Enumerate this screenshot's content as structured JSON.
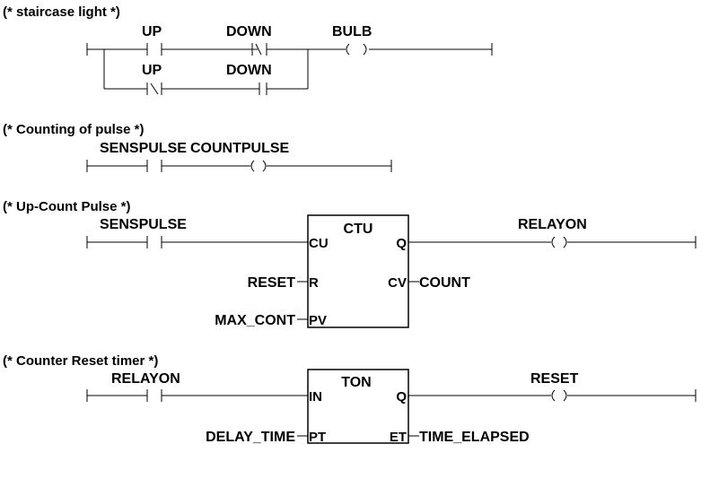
{
  "rungs": [
    {
      "comment": "(* staircase light *)",
      "contacts": [
        {
          "name": "UP",
          "type": "NO"
        },
        {
          "name": "DOWN",
          "type": "NC"
        },
        {
          "name": "UP",
          "type": "NC"
        },
        {
          "name": "DOWN",
          "type": "NO"
        }
      ],
      "coil": {
        "name": "BULB"
      }
    },
    {
      "comment": "(* Counting of pulse *)",
      "contacts": [
        {
          "name": "SENSPULSE",
          "type": "NO"
        }
      ],
      "coil": {
        "name": "COUNTPULSE"
      }
    },
    {
      "comment": "(* Up-Count Pulse *)",
      "contacts": [
        {
          "name": "SENSPULSE",
          "type": "NO"
        }
      ],
      "block": {
        "type": "CTU",
        "inputs": [
          "CU",
          "R",
          "PV"
        ],
        "outputs": [
          "Q",
          "CV"
        ],
        "input_vars": {
          "R": "RESET",
          "PV": "MAX_CONT"
        },
        "output_vars": {
          "CV": "COUNT"
        }
      },
      "coil": {
        "name": "RELAYON"
      }
    },
    {
      "comment": "(* Counter Reset timer *)",
      "contacts": [
        {
          "name": "RELAYON",
          "type": "NO"
        }
      ],
      "block": {
        "type": "TON",
        "inputs": [
          "IN",
          "PT"
        ],
        "outputs": [
          "Q",
          "ET"
        ],
        "input_vars": {
          "PT": "DELAY_TIME"
        },
        "output_vars": {
          "ET": "TIME_ELAPSED"
        }
      },
      "coil": {
        "name": "RESET"
      }
    }
  ],
  "colors": {
    "ink": "#000000",
    "background": "#ffffff"
  }
}
